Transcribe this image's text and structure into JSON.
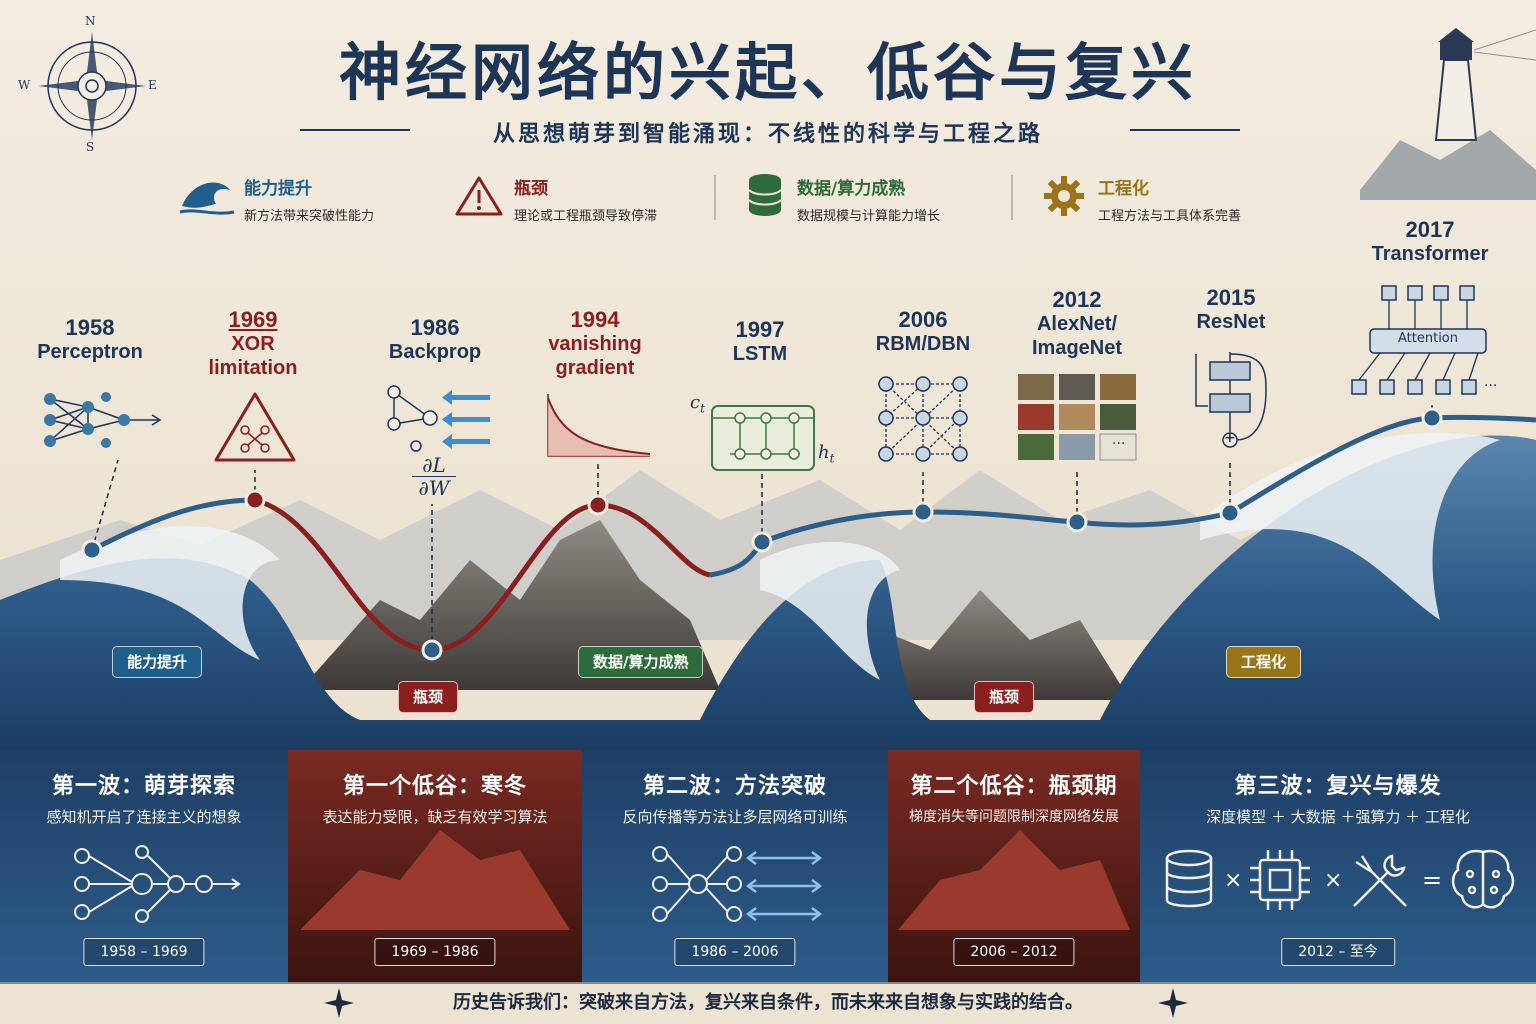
{
  "header": {
    "title": "神经网络的兴起、低谷与复兴",
    "subtitle": "从思想萌芽到智能涌现：不线性的科学与工程之路",
    "compass": {
      "n": "N",
      "s": "S",
      "e": "E",
      "w": "W"
    }
  },
  "legend": [
    {
      "name": "能力提升",
      "desc": "新方法带来突破性能力",
      "icon": "wave-icon",
      "color": "#1f5f8b"
    },
    {
      "name": "瓶颈",
      "desc": "理论或工程瓶颈导致停滞",
      "icon": "warning-icon",
      "color": "#8b1e1e"
    },
    {
      "name": "数据/算力成熟",
      "desc": "数据规模与计算能力增长",
      "icon": "database-icon",
      "color": "#2e6b3a"
    },
    {
      "name": "工程化",
      "desc": "工程方法与工具体系完善",
      "icon": "gear-icon",
      "color": "#9a7418"
    }
  ],
  "milestones": [
    {
      "year": "1958",
      "label": "Perceptron",
      "kind": "rise"
    },
    {
      "year": "1969",
      "label": "XOR limitation",
      "kind": "bottleneck"
    },
    {
      "year": "1986",
      "label": "Backprop",
      "kind": "rise",
      "formula_num": "∂L",
      "formula_den": "∂W"
    },
    {
      "year": "1994",
      "label": "vanishing gradient",
      "kind": "bottleneck"
    },
    {
      "year": "1997",
      "label": "LSTM",
      "kind": "rise",
      "ct": "c",
      "ct_sub": "t",
      "ht": "h",
      "ht_sub": "t"
    },
    {
      "year": "2006",
      "label": "RBM/DBN",
      "kind": "rise"
    },
    {
      "year": "2012",
      "label": "AlexNet/ ImageNet",
      "kind": "rise",
      "more": "···"
    },
    {
      "year": "2015",
      "label": "ResNet",
      "kind": "rise",
      "plus": "+"
    },
    {
      "year": "2017",
      "label": "Transformer",
      "kind": "rise",
      "attention": "Attention",
      "more": "···"
    }
  ],
  "phase_tags": [
    {
      "label": "能力提升",
      "color": "#1f5f8b"
    },
    {
      "label": "瓶颈",
      "color": "#8b1e1e"
    },
    {
      "label": "数据/算力成熟",
      "color": "#2e6b3a"
    },
    {
      "label": "瓶颈",
      "color": "#8b1e1e"
    },
    {
      "label": "工程化",
      "color": "#9a7418"
    }
  ],
  "panels": [
    {
      "title": "第一波：萌芽探索",
      "desc": "感知机开启了连接主义的想象",
      "range": "1958 – 1969",
      "theme": "blue"
    },
    {
      "title": "第一个低谷：寒冬",
      "desc": "表达能力受限，缺乏有效学习算法",
      "range": "1969 – 1986",
      "theme": "red"
    },
    {
      "title": "第二波：方法突破",
      "desc": "反向传播等方法让多层网络可训练",
      "range": "1986 – 2006",
      "theme": "blue"
    },
    {
      "title": "第二个低谷：瓶颈期",
      "desc": "梯度消失等问题限制深度网络发展",
      "range": "2006 – 2012",
      "theme": "red"
    },
    {
      "title": "第三波：复兴与爆发",
      "desc": "深度模型 ＋ 大数据 ＋强算力 ＋ 工程化",
      "range": "2012 – 至今",
      "theme": "blue",
      "times1": "×",
      "times2": "×",
      "equals": "="
    }
  ],
  "footer": "历史告诉我们：突破来自方法，复兴来自条件，而未来来自想象与实践的结合。",
  "colors": {
    "navy": "#1d3557",
    "wave": "#2c5f8a",
    "red": "#8b1e1e",
    "green": "#2e6b3a",
    "gold": "#9a7418"
  }
}
